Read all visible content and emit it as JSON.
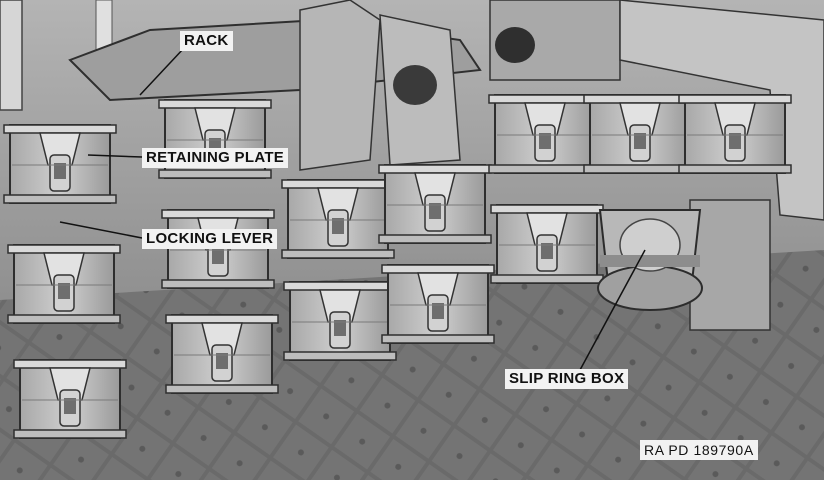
{
  "figure": {
    "rack_label": "RACK",
    "retaining_plate_label": "RETAINING PLATE",
    "locking_lever_label": "LOCKING LEVER",
    "slip_ring_box_label": "SLIP RING BOX",
    "figure_code": "RA PD 189790A"
  },
  "colors": {
    "floor": "#6b6b6b",
    "metal_light": "#c8c8c8",
    "metal_mid": "#9d9d9d",
    "metal_dark": "#3c3c3c",
    "label_bg": "#f2f2f2"
  }
}
